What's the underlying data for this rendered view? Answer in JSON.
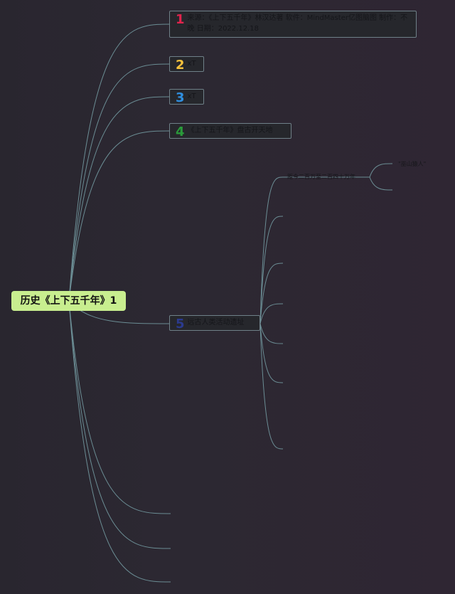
{
  "root": {
    "label": "历史《上下五千年》1"
  },
  "branches": [
    {
      "num": "1",
      "color": "#e0244d",
      "label": "来源：《上下五千年》林汉达著 软件：MindMaster亿图脑图 制作：不晚 日期：2022.12.18"
    },
    {
      "num": "2",
      "color": "#f5c23c",
      "label": "xT"
    },
    {
      "num": "3",
      "color": "#2f8fe0",
      "label": "xT"
    },
    {
      "num": "4",
      "color": "#2a9b3a",
      "label": "《上下五千年》盘古开天地"
    },
    {
      "num": "5",
      "color": "#2b3a8f",
      "label": "远古人类活动遗址"
    }
  ],
  "sub": {
    "label": "距今二百万至二百四十万年"
  },
  "leaf": {
    "label": "\"巫山猿人\""
  },
  "colors": {
    "line": "#6b8d94",
    "root_fill": "#c8ee8f"
  }
}
